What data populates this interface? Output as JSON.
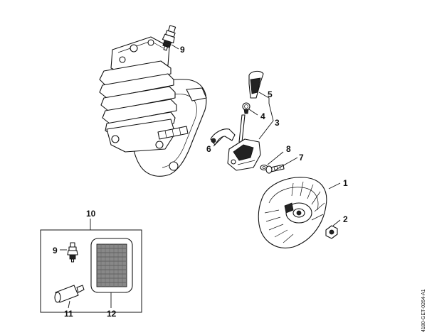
{
  "callouts": {
    "c1": "1",
    "c2": "2",
    "c3": "3",
    "c4": "4",
    "c5": "5",
    "c6": "6",
    "c7": "7",
    "c8": "8",
    "c9_top": "9",
    "c10": "10",
    "c9_box": "9",
    "c11": "11",
    "c12": "12"
  },
  "reference_code": "4180-GET-0264-A1"
}
